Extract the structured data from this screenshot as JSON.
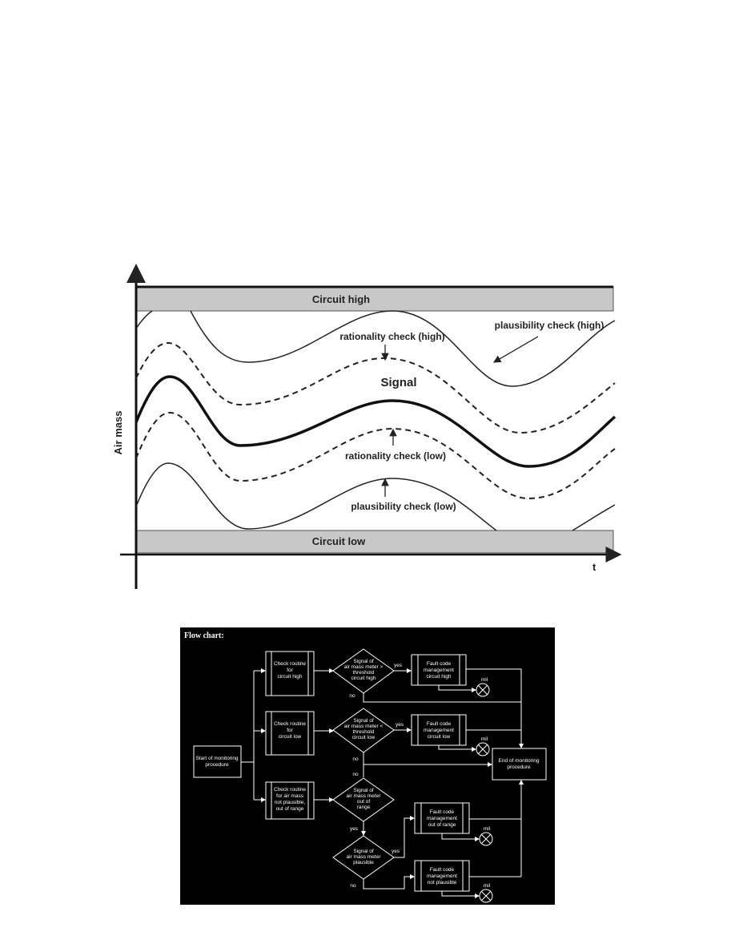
{
  "diagram": {
    "y_axis_label": "Air mass",
    "x_axis_label": "t",
    "band_high": "Circuit high",
    "band_low": "Circuit low",
    "signal": "Signal",
    "rationality_high": "rationality check (high)",
    "rationality_low": "rationality check (low)",
    "plausibility_high": "plausibility check (high)",
    "plausibility_low": "plausibility check (low)"
  },
  "flowchart": {
    "title": "Flow chart:",
    "start": [
      "Start of monitoring",
      "procedure"
    ],
    "end": [
      "End of monitoring",
      "procedure"
    ],
    "check_high": [
      "Check routine",
      "for",
      "circuit high"
    ],
    "check_low": [
      "Check routine",
      "for",
      "circuit low"
    ],
    "check_range": [
      "Check routine",
      "for air mass",
      "not plausible,",
      "out of range"
    ],
    "dec_high": [
      "Signal of",
      "air mass meter >",
      "threshold",
      "circuit high"
    ],
    "dec_low": [
      "Signal of",
      "air mass meter <",
      "threshold",
      "circuit low"
    ],
    "dec_range": [
      "Signal of",
      "air mass meter",
      "out of",
      "range"
    ],
    "dec_plaus": [
      "Signal of",
      "air mass meter",
      "plausible"
    ],
    "fault_high": [
      "Fault code",
      "management",
      "circuit high"
    ],
    "fault_low": [
      "Fault code",
      "management",
      "circuit low"
    ],
    "fault_range": [
      "Fault code",
      "management",
      "out of range"
    ],
    "fault_plaus": [
      "Fault code",
      "management",
      "not plausible"
    ],
    "yes": "yes",
    "no": "no",
    "mil": "mil"
  }
}
